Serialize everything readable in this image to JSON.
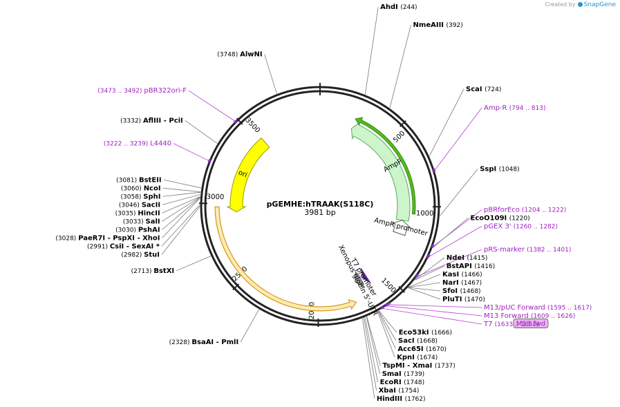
{
  "brand": {
    "created_by": "Created by",
    "product": "SnapGene"
  },
  "plasmid": {
    "name": "pGEMHE:hTRAAK(S118C)",
    "size_label": "3981 bp",
    "length": 3981
  },
  "ticks": [
    {
      "value": 500,
      "label": "500"
    },
    {
      "value": 1000,
      "label": "1000"
    },
    {
      "value": 1500,
      "label": "1500"
    },
    {
      "value": 2000,
      "label": "2000"
    },
    {
      "value": 2500,
      "label": "2500"
    },
    {
      "value": 3000,
      "label": "3000"
    },
    {
      "value": 3500,
      "label": "3500"
    }
  ],
  "features": [
    {
      "name": "AmpR",
      "label": "AmpR",
      "color": "#ccf5cc",
      "stroke": "#5aa85a",
      "start": 244,
      "end": 1104,
      "track": "inner",
      "direction": "reverse"
    },
    {
      "name": "AmpR promoter",
      "label": "AmpR promoter",
      "color": "#ffffff",
      "stroke": "#555555",
      "start": 1104,
      "end": 1208,
      "track": "inner",
      "direction": "reverse"
    },
    {
      "name": "ori",
      "label": "ori",
      "color": "#ffff00",
      "stroke": "#999900",
      "start": 2940,
      "end": 3530,
      "track": "inner",
      "direction": "reverse"
    },
    {
      "name": "T7 promoter",
      "label": "T7 promoter",
      "color": "#7030a0",
      "stroke": "#7030a0",
      "start": 1633,
      "end": 1652,
      "track": "inner",
      "direction": "forward"
    },
    {
      "name": "Xenopus globin 5'-UTR",
      "label": "Xenopus globin 5'-UTR",
      "color": "#999999",
      "stroke": "#555555",
      "start": 1668,
      "end": 1716,
      "track": "inner",
      "direction": "forward"
    },
    {
      "name": "hTRAAK(S118C) ORF",
      "label": "",
      "color": "#ffe9b0",
      "stroke": "#c78a00",
      "start": 1762,
      "end": 2980,
      "track": "inner",
      "direction": "reverse"
    },
    {
      "name": "Amp-R outer",
      "label": "",
      "color": "#55bb22",
      "stroke": "#3a8a12",
      "start": 244,
      "end": 1050,
      "track": "outer",
      "direction": "reverse"
    }
  ],
  "primers": [
    {
      "name": "Amp-R",
      "range": "(794 .. 813)",
      "start": 794,
      "end": 813
    },
    {
      "name": "pBRforEco",
      "range": "(1204 .. 1222)",
      "start": 1204,
      "end": 1222
    },
    {
      "name": "pGEX 3'",
      "range": "(1260 .. 1282)",
      "start": 1260,
      "end": 1282
    },
    {
      "name": "pRS-marker",
      "range": "(1382 .. 1401)",
      "start": 1382,
      "end": 1401
    },
    {
      "name": "M13/pUC Forward",
      "range": "(1595 .. 1617)",
      "start": 1595,
      "end": 1617
    },
    {
      "name": "M13 Forward",
      "range": "(1609 .. 1626)",
      "start": 1609,
      "end": 1626
    },
    {
      "name": "M13 fwd",
      "range": "",
      "start": 1609,
      "end": 1626,
      "boxed": true
    },
    {
      "name": "T7",
      "range": "(1633 .. 1652)",
      "start": 1633,
      "end": 1652
    },
    {
      "name": "L4440",
      "range": "(3222 .. 3239)",
      "start": 3222,
      "end": 3239
    },
    {
      "name": "pBR322ori-F",
      "range": "(3473 .. 3492)",
      "start": 3473,
      "end": 3492
    }
  ],
  "sites": [
    {
      "name": "AhdI",
      "pos": "(244)",
      "bp": 244
    },
    {
      "name": "NmeAIII",
      "pos": "(392)",
      "bp": 392
    },
    {
      "name": "ScaI",
      "pos": "(724)",
      "bp": 724
    },
    {
      "name": "SspI",
      "pos": "(1048)",
      "bp": 1048
    },
    {
      "name": "EcoO109I",
      "pos": "(1220)",
      "bp": 1220
    },
    {
      "name": "NdeI",
      "pos": "(1415)",
      "bp": 1415
    },
    {
      "name": "BstAPI",
      "pos": "(1416)",
      "bp": 1416
    },
    {
      "name": "KasI",
      "pos": "(1466)",
      "bp": 1466
    },
    {
      "name": "NarI",
      "pos": "(1467)",
      "bp": 1467
    },
    {
      "name": "SfoI",
      "pos": "(1468)",
      "bp": 1468
    },
    {
      "name": "PluTI",
      "pos": "(1470)",
      "bp": 1470
    },
    {
      "name": "Eco53kI",
      "pos": "(1666)",
      "bp": 1666
    },
    {
      "name": "SacI",
      "pos": "(1668)",
      "bp": 1668
    },
    {
      "name": "Acc65I",
      "pos": "(1670)",
      "bp": 1670
    },
    {
      "name": "KpnI",
      "pos": "(1674)",
      "bp": 1674
    },
    {
      "name": "TspMI - XmaI",
      "pos": "(1737)",
      "bp": 1737
    },
    {
      "name": "SmaI",
      "pos": "(1739)",
      "bp": 1739
    },
    {
      "name": "EcoRI",
      "pos": "(1748)",
      "bp": 1748
    },
    {
      "name": "XbaI",
      "pos": "(1754)",
      "bp": 1754
    },
    {
      "name": "HindIII",
      "pos": "(1762)",
      "bp": 1762
    },
    {
      "name": "BsaAI - PmlI",
      "pos": "(2328)",
      "bp": 2328
    },
    {
      "name": "BstXI",
      "pos": "(2713)",
      "bp": 2713
    },
    {
      "name": "StuI",
      "pos": "(2982)",
      "bp": 2982
    },
    {
      "name": "CsiI - SexAI *",
      "pos": "(2991)",
      "bp": 2991
    },
    {
      "name": "PaeR7I - PspXI - XhoI",
      "pos": "(3028)",
      "bp": 3028
    },
    {
      "name": "PshAI",
      "pos": "(3030)",
      "bp": 3030
    },
    {
      "name": "SalI",
      "pos": "(3033)",
      "bp": 3033
    },
    {
      "name": "HincII",
      "pos": "(3035)",
      "bp": 3035
    },
    {
      "name": "SacII",
      "pos": "(3046)",
      "bp": 3046
    },
    {
      "name": "SphI",
      "pos": "(3058)",
      "bp": 3058
    },
    {
      "name": "NcoI",
      "pos": "(3060)",
      "bp": 3060
    },
    {
      "name": "BstEII",
      "pos": "(3081)",
      "bp": 3081
    },
    {
      "name": "AflIII - PciI",
      "pos": "(3332)",
      "bp": 3332
    },
    {
      "name": "AlwNI",
      "pos": "(3748)",
      "bp": 3748
    }
  ]
}
